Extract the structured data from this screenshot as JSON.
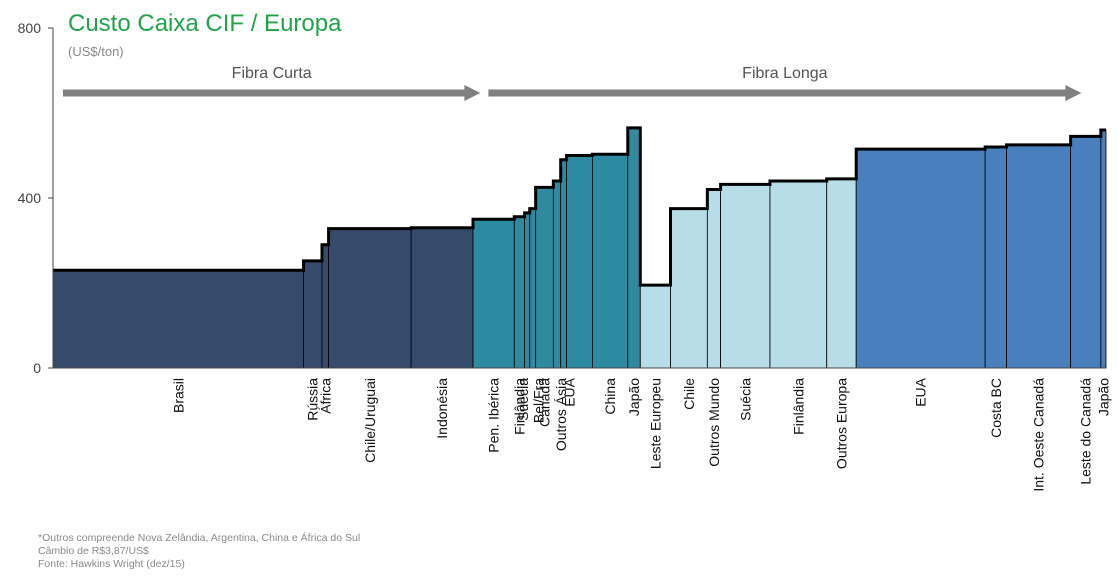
{
  "chart_data": {
    "type": "bar",
    "title": "Custo Caixa CIF / Europa",
    "subtitle": "(US$/ton)",
    "yticks": [
      0,
      400,
      800
    ],
    "ylim": [
      0,
      800
    ],
    "groups": [
      {
        "label": "Fibra Curta",
        "x_range": [
          0,
          58
        ]
      },
      {
        "label": "Fibra Longa",
        "x_range": [
          58,
          142
        ]
      }
    ],
    "colors": {
      "Fibra Curta A": "#364a6b",
      "Fibra Curta B": "#2e8aa0",
      "Fibra Longa A": "#b7dde8",
      "Fibra Longa B": "#4a7fbd",
      "step_line": "#000000",
      "arrow": "#808080"
    },
    "bars": [
      {
        "label": "Brasil",
        "x0": 0,
        "x1": 34,
        "value": 230,
        "color": "#364a6b"
      },
      {
        "label": "Rússia",
        "x0": 34,
        "x1": 36.5,
        "value": 252,
        "color": "#364a6b"
      },
      {
        "label": "África",
        "x0": 36.5,
        "x1": 37.4,
        "value": 290,
        "color": "#364a6b"
      },
      {
        "label": "Chile/Uruguai",
        "x0": 37.4,
        "x1": 48.6,
        "value": 328,
        "color": "#364a6b"
      },
      {
        "label": "Indonésia",
        "x0": 48.6,
        "x1": 57,
        "value": 330,
        "color": "#364a6b"
      },
      {
        "label": "Pen. Ibérica",
        "x0": 57,
        "x1": 62.6,
        "value": 350,
        "color": "#2e8aa0"
      },
      {
        "label": "Finlândia",
        "x0": 62.6,
        "x1": 64,
        "value": 356,
        "color": "#2e8aa0"
      },
      {
        "label": "Suécia",
        "x0": 64,
        "x1": 64.7,
        "value": 365,
        "color": "#2e8aa0"
      },
      {
        "label": "Bel/Fra",
        "x0": 64.7,
        "x1": 65.5,
        "value": 375,
        "color": "#2e8aa0"
      },
      {
        "label": "Canadá",
        "x0": 65.5,
        "x1": 67.9,
        "value": 425,
        "color": "#2e8aa0"
      },
      {
        "label": "Outros Ásia",
        "x0": 67.9,
        "x1": 68.9,
        "value": 440,
        "color": "#2e8aa0"
      },
      {
        "label": "EUA",
        "x0": 68.9,
        "x1": 69.7,
        "value": 490,
        "color": "#2e8aa0"
      },
      {
        "label": "",
        "x0": 69.7,
        "x1": 73.2,
        "value": 500,
        "color": "#2e8aa0"
      },
      {
        "label": "China",
        "x0": 73.2,
        "x1": 78,
        "value": 503,
        "color": "#2e8aa0"
      },
      {
        "label": "Japão",
        "x0": 78,
        "x1": 79.7,
        "value": 565,
        "color": "#2e8aa0"
      },
      {
        "label": "Leste Europeu",
        "x0": 79.7,
        "x1": 83.8,
        "value": 195,
        "color": "#b7dde8"
      },
      {
        "label": "Chile",
        "x0": 83.8,
        "x1": 88.8,
        "value": 375,
        "color": "#b7dde8"
      },
      {
        "label": "Outros Mundo",
        "x0": 88.8,
        "x1": 90.6,
        "value": 420,
        "color": "#b7dde8"
      },
      {
        "label": "Suécia",
        "x0": 90.6,
        "x1": 97.3,
        "value": 432,
        "color": "#b7dde8"
      },
      {
        "label": "Finlândia",
        "x0": 97.3,
        "x1": 105,
        "value": 440,
        "color": "#b7dde8"
      },
      {
        "label": "Outros Europa",
        "x0": 105,
        "x1": 109,
        "value": 445,
        "color": "#b7dde8"
      },
      {
        "label": "EUA",
        "x0": 109,
        "x1": 126.5,
        "value": 515,
        "color": "#4a7fbd"
      },
      {
        "label": "Costa BC",
        "x0": 126.5,
        "x1": 129.4,
        "value": 520,
        "color": "#4a7fbd"
      },
      {
        "label": "Int. Oeste Canadá",
        "x0": 129.4,
        "x1": 138.1,
        "value": 525,
        "color": "#4a7fbd"
      },
      {
        "label": "Leste do Canadá",
        "x0": 138.1,
        "x1": 142.2,
        "value": 545,
        "color": "#4a7fbd"
      },
      {
        "label": "Japão",
        "x0": 142.2,
        "x1": 142.9,
        "value": 560,
        "color": "#4a7fbd"
      }
    ],
    "footnotes": [
      "*Outros compreende Nova Zelândia, Argentina, China e África do Sul",
      "Câmbio de R$3,87/US$",
      "Fonte: Hawkins Wright (dez/15)"
    ]
  }
}
